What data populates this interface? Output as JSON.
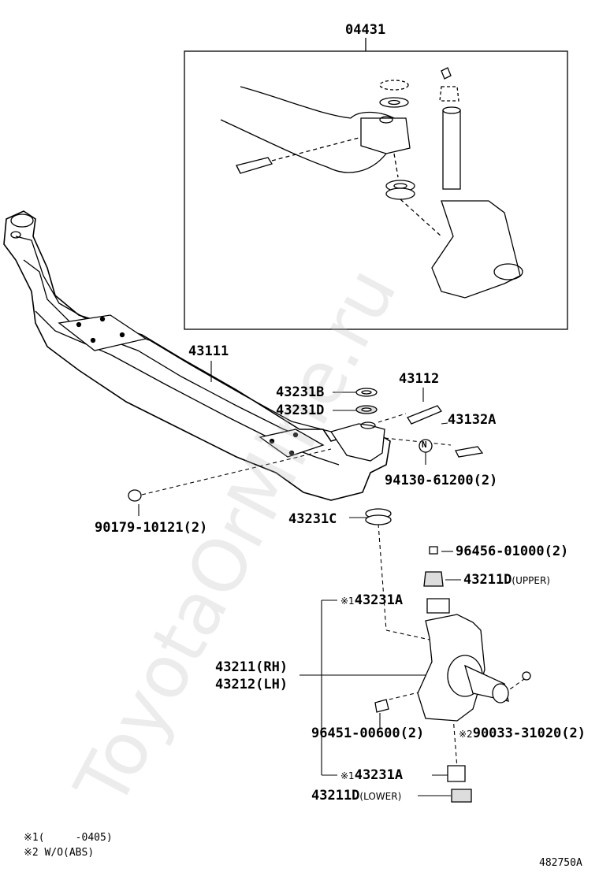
{
  "group_label": "04431",
  "parts": {
    "axle_beam": "43111",
    "bushing_b": "43231B",
    "bushing_d": "43231D",
    "pin": "43112",
    "bolt": "43132A",
    "nut": "94130-61200(2)",
    "cap_nut": "90179-10121(2)",
    "bushing_c": "43231C",
    "grease_fitting_upper": "96456-01000(2)",
    "plug_upper": "43211D",
    "plug_upper_suffix": "(UPPER)",
    "bushing_a_upper_mark": "※1",
    "bushing_a_upper": "43231A",
    "knuckle_rh": "43211(RH)",
    "knuckle_lh": "43212(LH)",
    "grease_fitting_lower": "96451-00600(2)",
    "plug_abs_mark": "※2",
    "plug_abs": "90033-31020(2)",
    "bushing_a_lower_mark": "※1",
    "bushing_a_lower": "43231A",
    "plug_lower": "43211D",
    "plug_lower_suffix": "(LOWER)",
    "nut_symbol": "N"
  },
  "notes": {
    "note1": "※1(     -0405)",
    "note2": "※2 W/O(ABS)"
  },
  "figure_code": "482750A",
  "watermark": "ToyotaOrMine.ru"
}
